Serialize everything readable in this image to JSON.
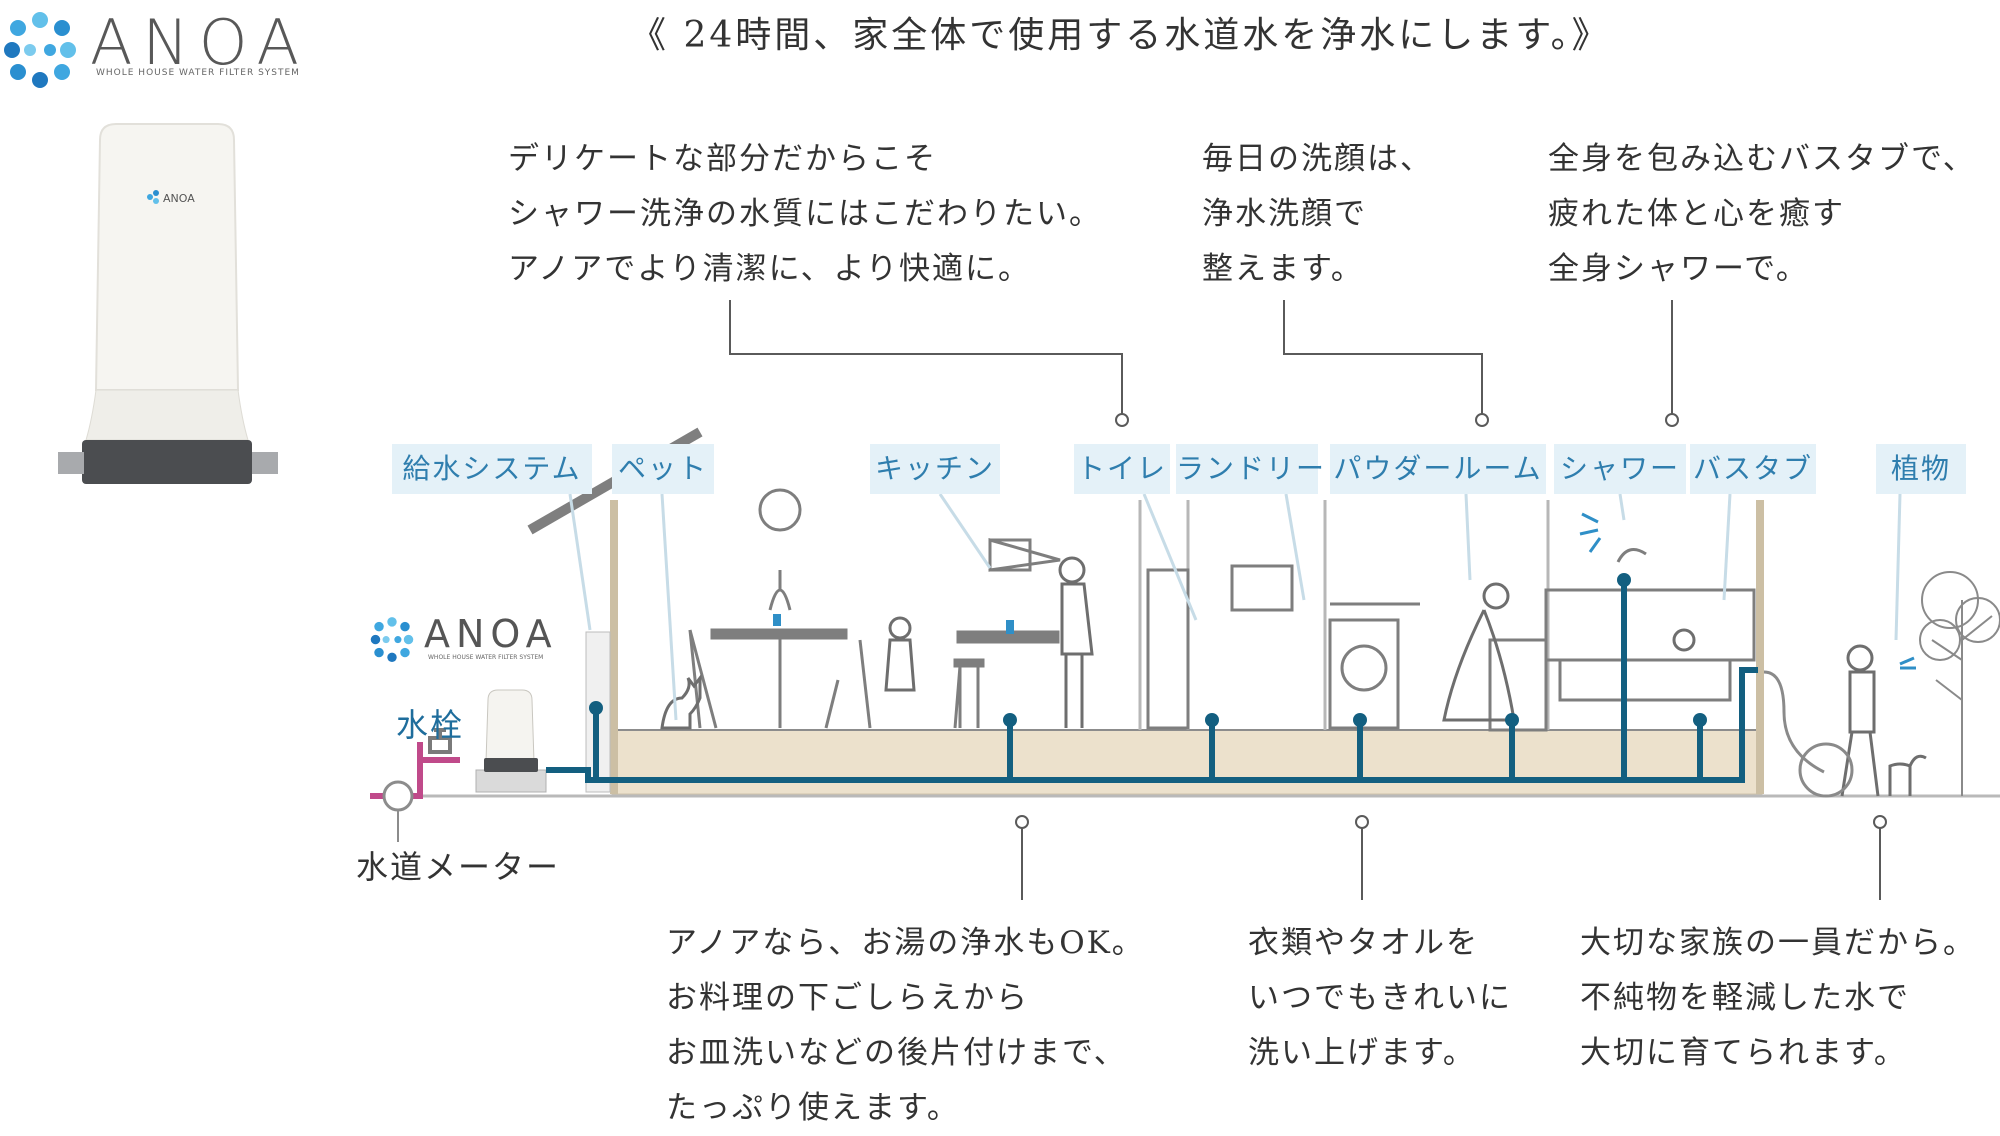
{
  "brand": {
    "name": "ANOA",
    "tagline": "WHOLE HOUSE WATER FILTER SYSTEM"
  },
  "headline": "《 24時間、家全体で使用する水道水を浄水にします。》",
  "top_callouts": [
    {
      "lines": [
        "デリケートな部分だからこそ",
        "シャワー洗浄の水質にはこだわりたい。",
        "アノアでより清潔に、より快適に。"
      ]
    },
    {
      "lines": [
        "毎日の洗顔は、",
        "浄水洗顔で",
        "整えます。"
      ]
    },
    {
      "lines": [
        "全身を包み込むバスタブで、",
        "疲れた体と心を癒す",
        "全身シャワーで。"
      ]
    }
  ],
  "bottom_callouts": [
    {
      "lines": [
        "アノアなら、お湯の浄水もOK。",
        "お料理の下ごしらえから",
        "お皿洗いなどの後片付けまで、",
        "たっぷり使えます。"
      ]
    },
    {
      "lines": [
        "衣類やタオルを",
        "いつでもきれいに",
        "洗い上げます。"
      ]
    },
    {
      "lines": [
        "大切な家族の一員だから。",
        "不純物を軽減した水で",
        "大切に育てられます。"
      ]
    }
  ],
  "labels": [
    "給水システム",
    "ペット",
    "キッチン",
    "トイレ",
    "ランドリー",
    "パウダールーム",
    "シャワー",
    "バスタブ",
    "植物"
  ],
  "faucet_label": "水栓",
  "meter_label": "水道メーター",
  "colors": {
    "pipe": "#135f80",
    "label_bg": "#e4f1f8",
    "label_text": "#2f7eae",
    "meter_pipe": "#c04a8a",
    "floor": "#ece1cc",
    "logo_blue": "#2a8fd0"
  }
}
